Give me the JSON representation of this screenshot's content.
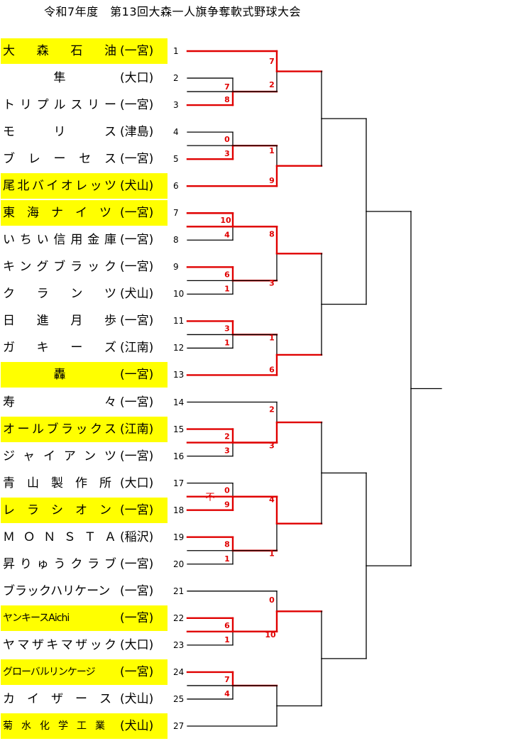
{
  "title": "令和7年度　第13回大森一人旗争奪軟式野球大会",
  "teams": [
    {
      "seed": "1",
      "name": "大　森　石　油",
      "region": "(一宮)",
      "win": true
    },
    {
      "seed": "2",
      "name": "隼",
      "region": "(大口)",
      "win": false
    },
    {
      "seed": "3",
      "name": "トリプルスリー",
      "region": "(一宮)",
      "win": false
    },
    {
      "seed": "4",
      "name": "モ　リ　ス",
      "region": "(津島)",
      "win": false
    },
    {
      "seed": "5",
      "name": "ブレーセス",
      "region": "(一宮)",
      "win": false
    },
    {
      "seed": "6",
      "name": "尾北バイオレッツ",
      "region": "(犬山)",
      "win": true
    },
    {
      "seed": "7",
      "name": "東　海　ナ　イ　ツ",
      "region": "(一宮)",
      "win": true
    },
    {
      "seed": "8",
      "name": "いちい信用金庫",
      "region": "(一宮)",
      "win": false
    },
    {
      "seed": "9",
      "name": "キングブラック",
      "region": "(一宮)",
      "win": false
    },
    {
      "seed": "10",
      "name": "ク　ラ　ン　ツ",
      "region": "(犬山)",
      "win": false
    },
    {
      "seed": "11",
      "name": "日　進　月　歩",
      "region": "(一宮)",
      "win": false
    },
    {
      "seed": "12",
      "name": "ガ　キ　ー　ズ",
      "region": "(江南)",
      "win": false
    },
    {
      "seed": "13",
      "name": "轟",
      "region": "(一宮)",
      "win": true
    },
    {
      "seed": "14",
      "name": "寿　　　　　々",
      "region": "(一宮)",
      "win": false
    },
    {
      "seed": "15",
      "name": "オールブラックス",
      "region": "(江南)",
      "win": true
    },
    {
      "seed": "16",
      "name": "ジャイアンツ",
      "region": "(一宮)",
      "win": false
    },
    {
      "seed": "17",
      "name": "青　山　製　作　所",
      "region": "(大口)",
      "win": false
    },
    {
      "seed": "18",
      "name": "レ　ラ　シ　オ　ン",
      "region": "(一宮)",
      "win": true
    },
    {
      "seed": "19",
      "name": "ＭＯＮＳＴＡ",
      "region": "(稲沢)",
      "win": false
    },
    {
      "seed": "20",
      "name": "昇りゅうクラブ",
      "region": "(一宮)",
      "win": false
    },
    {
      "seed": "21",
      "name": "ブラックハリケーン",
      "region": "(一宮)",
      "win": false
    },
    {
      "seed": "22",
      "name": "ヤンキースAichi",
      "region": "(一宮)",
      "win": true
    },
    {
      "seed": "23",
      "name": "ヤマザキマザック",
      "region": "(大口)",
      "win": false
    },
    {
      "seed": "24",
      "name": "グローバルリンケージ",
      "region": "(一宮)",
      "win": true
    },
    {
      "seed": "25",
      "name": "カ　イ　ザ　ー　ス",
      "region": "(犬山)",
      "win": false
    },
    {
      "seed": "27",
      "name": "菊　水　化　学　工　業",
      "region": "(犬山)",
      "win": true
    }
  ],
  "scores": [
    {
      "text": "7"
    },
    {
      "text": "2"
    },
    {
      "text": "7"
    },
    {
      "text": "8"
    },
    {
      "text": "0"
    },
    {
      "text": "3"
    },
    {
      "text": "1"
    },
    {
      "text": "9"
    },
    {
      "text": "10"
    },
    {
      "text": "4"
    },
    {
      "text": "8"
    },
    {
      "text": "6"
    },
    {
      "text": "1"
    },
    {
      "text": "3"
    },
    {
      "text": "3"
    },
    {
      "text": "1"
    },
    {
      "text": "1"
    },
    {
      "text": "6"
    },
    {
      "text": "2"
    },
    {
      "text": "3"
    },
    {
      "text": "2"
    },
    {
      "text": "3"
    },
    {
      "text": "不"
    },
    {
      "text": "0"
    },
    {
      "text": "9"
    },
    {
      "text": "4"
    },
    {
      "text": "8"
    },
    {
      "text": "1"
    },
    {
      "text": "1"
    },
    {
      "text": "0"
    },
    {
      "text": "6"
    },
    {
      "text": "1"
    },
    {
      "text": "10"
    },
    {
      "text": "7"
    },
    {
      "text": "4"
    }
  ],
  "colors": {
    "highlight": "#ffff00",
    "win_line": "#e00000",
    "line": "#000000",
    "score": "#e00000"
  }
}
